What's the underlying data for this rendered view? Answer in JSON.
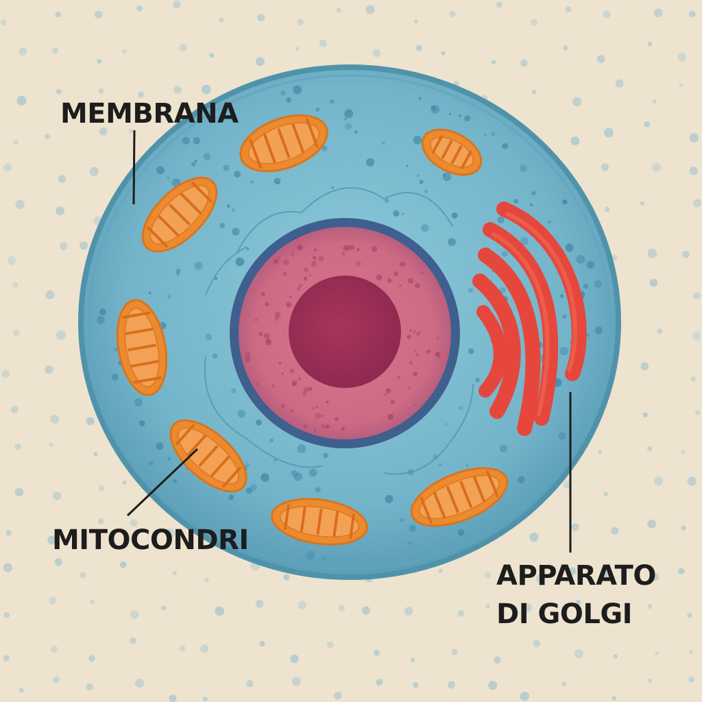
{
  "labels": {
    "membrana": "MEMBRANA",
    "mitocondri": "MITOCONDRI",
    "golgi_line1": "APPARATO",
    "golgi_line2": "DI GOLGI"
  },
  "colors": {
    "background": "#eee3cf",
    "cytoplasm": "#79b8cd",
    "membrane": "#4f93ab",
    "nuclear_envelope": "#3f5f8e",
    "nucleoplasm": "#cf6d86",
    "nucleolus": "#9e2d55",
    "mitochondria": "#ec8a2f",
    "mitochondria_inner": "#f6b067",
    "golgi": "#e5473c",
    "leader_line": "#1d1d1d"
  }
}
